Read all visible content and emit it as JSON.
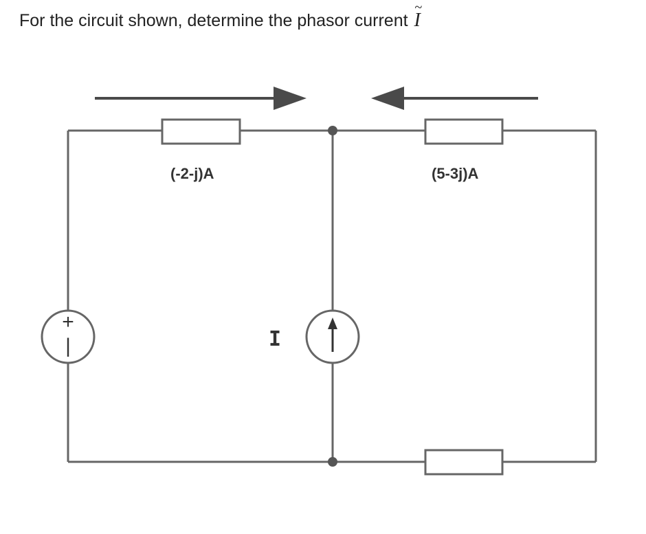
{
  "question": {
    "text": "For the circuit shown, determine the phasor current",
    "variable": "I",
    "accent": "~"
  },
  "diagram": {
    "labels": {
      "left_current": "(-2-j)A",
      "right_current": "(5-3j)A",
      "source_current": "I"
    },
    "voltage_source": {
      "plus": "+",
      "minus": "|"
    },
    "colors": {
      "wire": "#666666",
      "arrow": "#4a4a4a",
      "text": "#333333"
    }
  }
}
